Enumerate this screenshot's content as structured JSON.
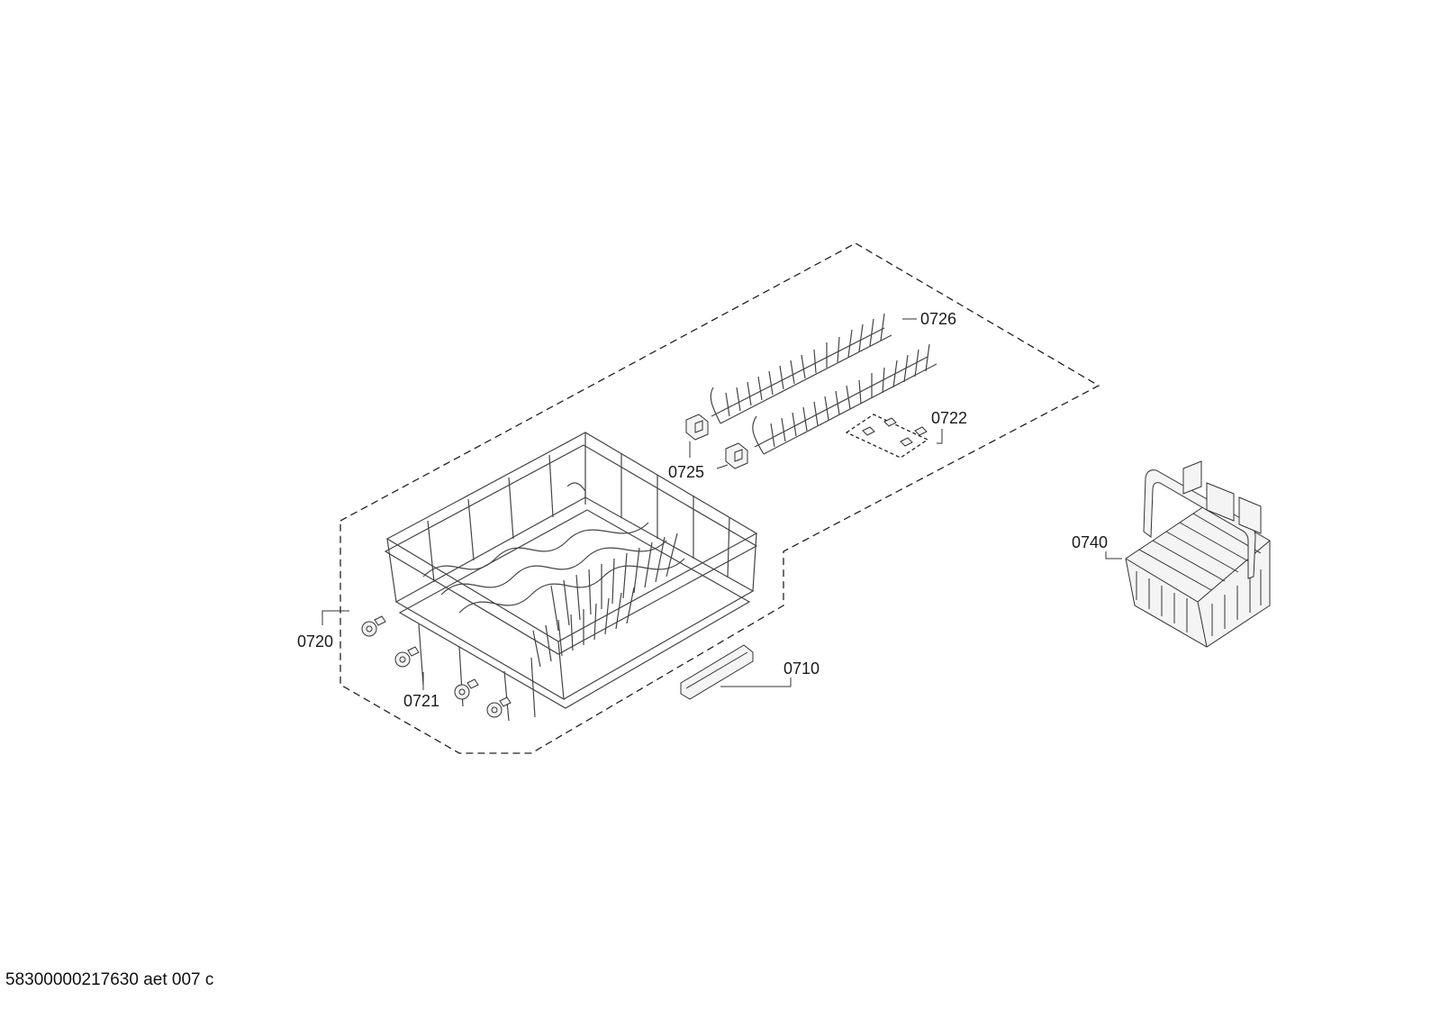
{
  "parts": {
    "p0710": "0710",
    "p0720": "0720",
    "p0721": "0721",
    "p0722": "0722",
    "p0725": "0725",
    "p0726": "0726",
    "p0740": "0740"
  },
  "footer": {
    "code": "58300000217630 aet 007 c"
  }
}
